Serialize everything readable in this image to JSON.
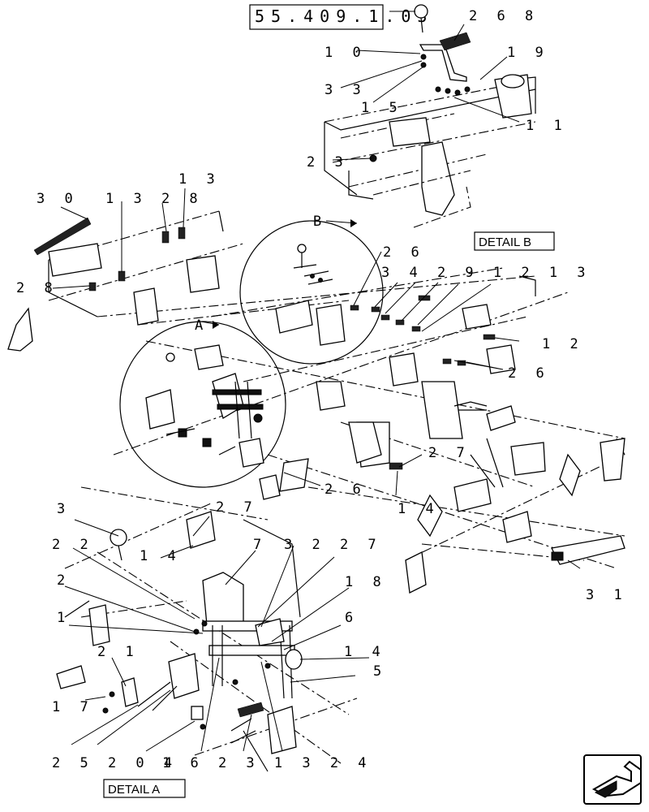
{
  "reference_code": "55.409.1.03",
  "detail_labels": {
    "detail_a_box": "DETAIL A",
    "detail_b_box": "DETAIL B",
    "circle_a": "A",
    "circle_b": "B"
  },
  "callouts_detail_b": {
    "c268": "2 6 8",
    "c10": "1 0",
    "c19": "1 9",
    "c33": "3 3",
    "c15": "1 5",
    "c11": "1 1",
    "c23": "2 3"
  },
  "callouts_main": {
    "c30": "3 0",
    "c1328": "1 3 2 8",
    "c13": "1 3",
    "c28": "2 8",
    "c26a": "2 6",
    "c3429": "3 4 2 9 1 2 1 3",
    "c12": "1 2",
    "c26b": "2 6",
    "c27a": "2 7",
    "c26c": "2 6",
    "c14a": "1 4",
    "c31": "3 1"
  },
  "callouts_detail_a": {
    "c3": "3",
    "c27b": "2 7",
    "c14b": "1 4",
    "c22": "2 2",
    "c7": "7",
    "c3227": "3 2 2 7",
    "c2": "2",
    "c18": "1 8",
    "c1": "1",
    "c6": "6",
    "c14c": "1 4",
    "c21": "2 1",
    "c5": "5",
    "c17": "1 7",
    "c25204": "2 5 2 0 4",
    "c1623": "1 6 2 3 1 3 2 4"
  },
  "icons": {
    "nav": "next-page-arrow-icon"
  }
}
